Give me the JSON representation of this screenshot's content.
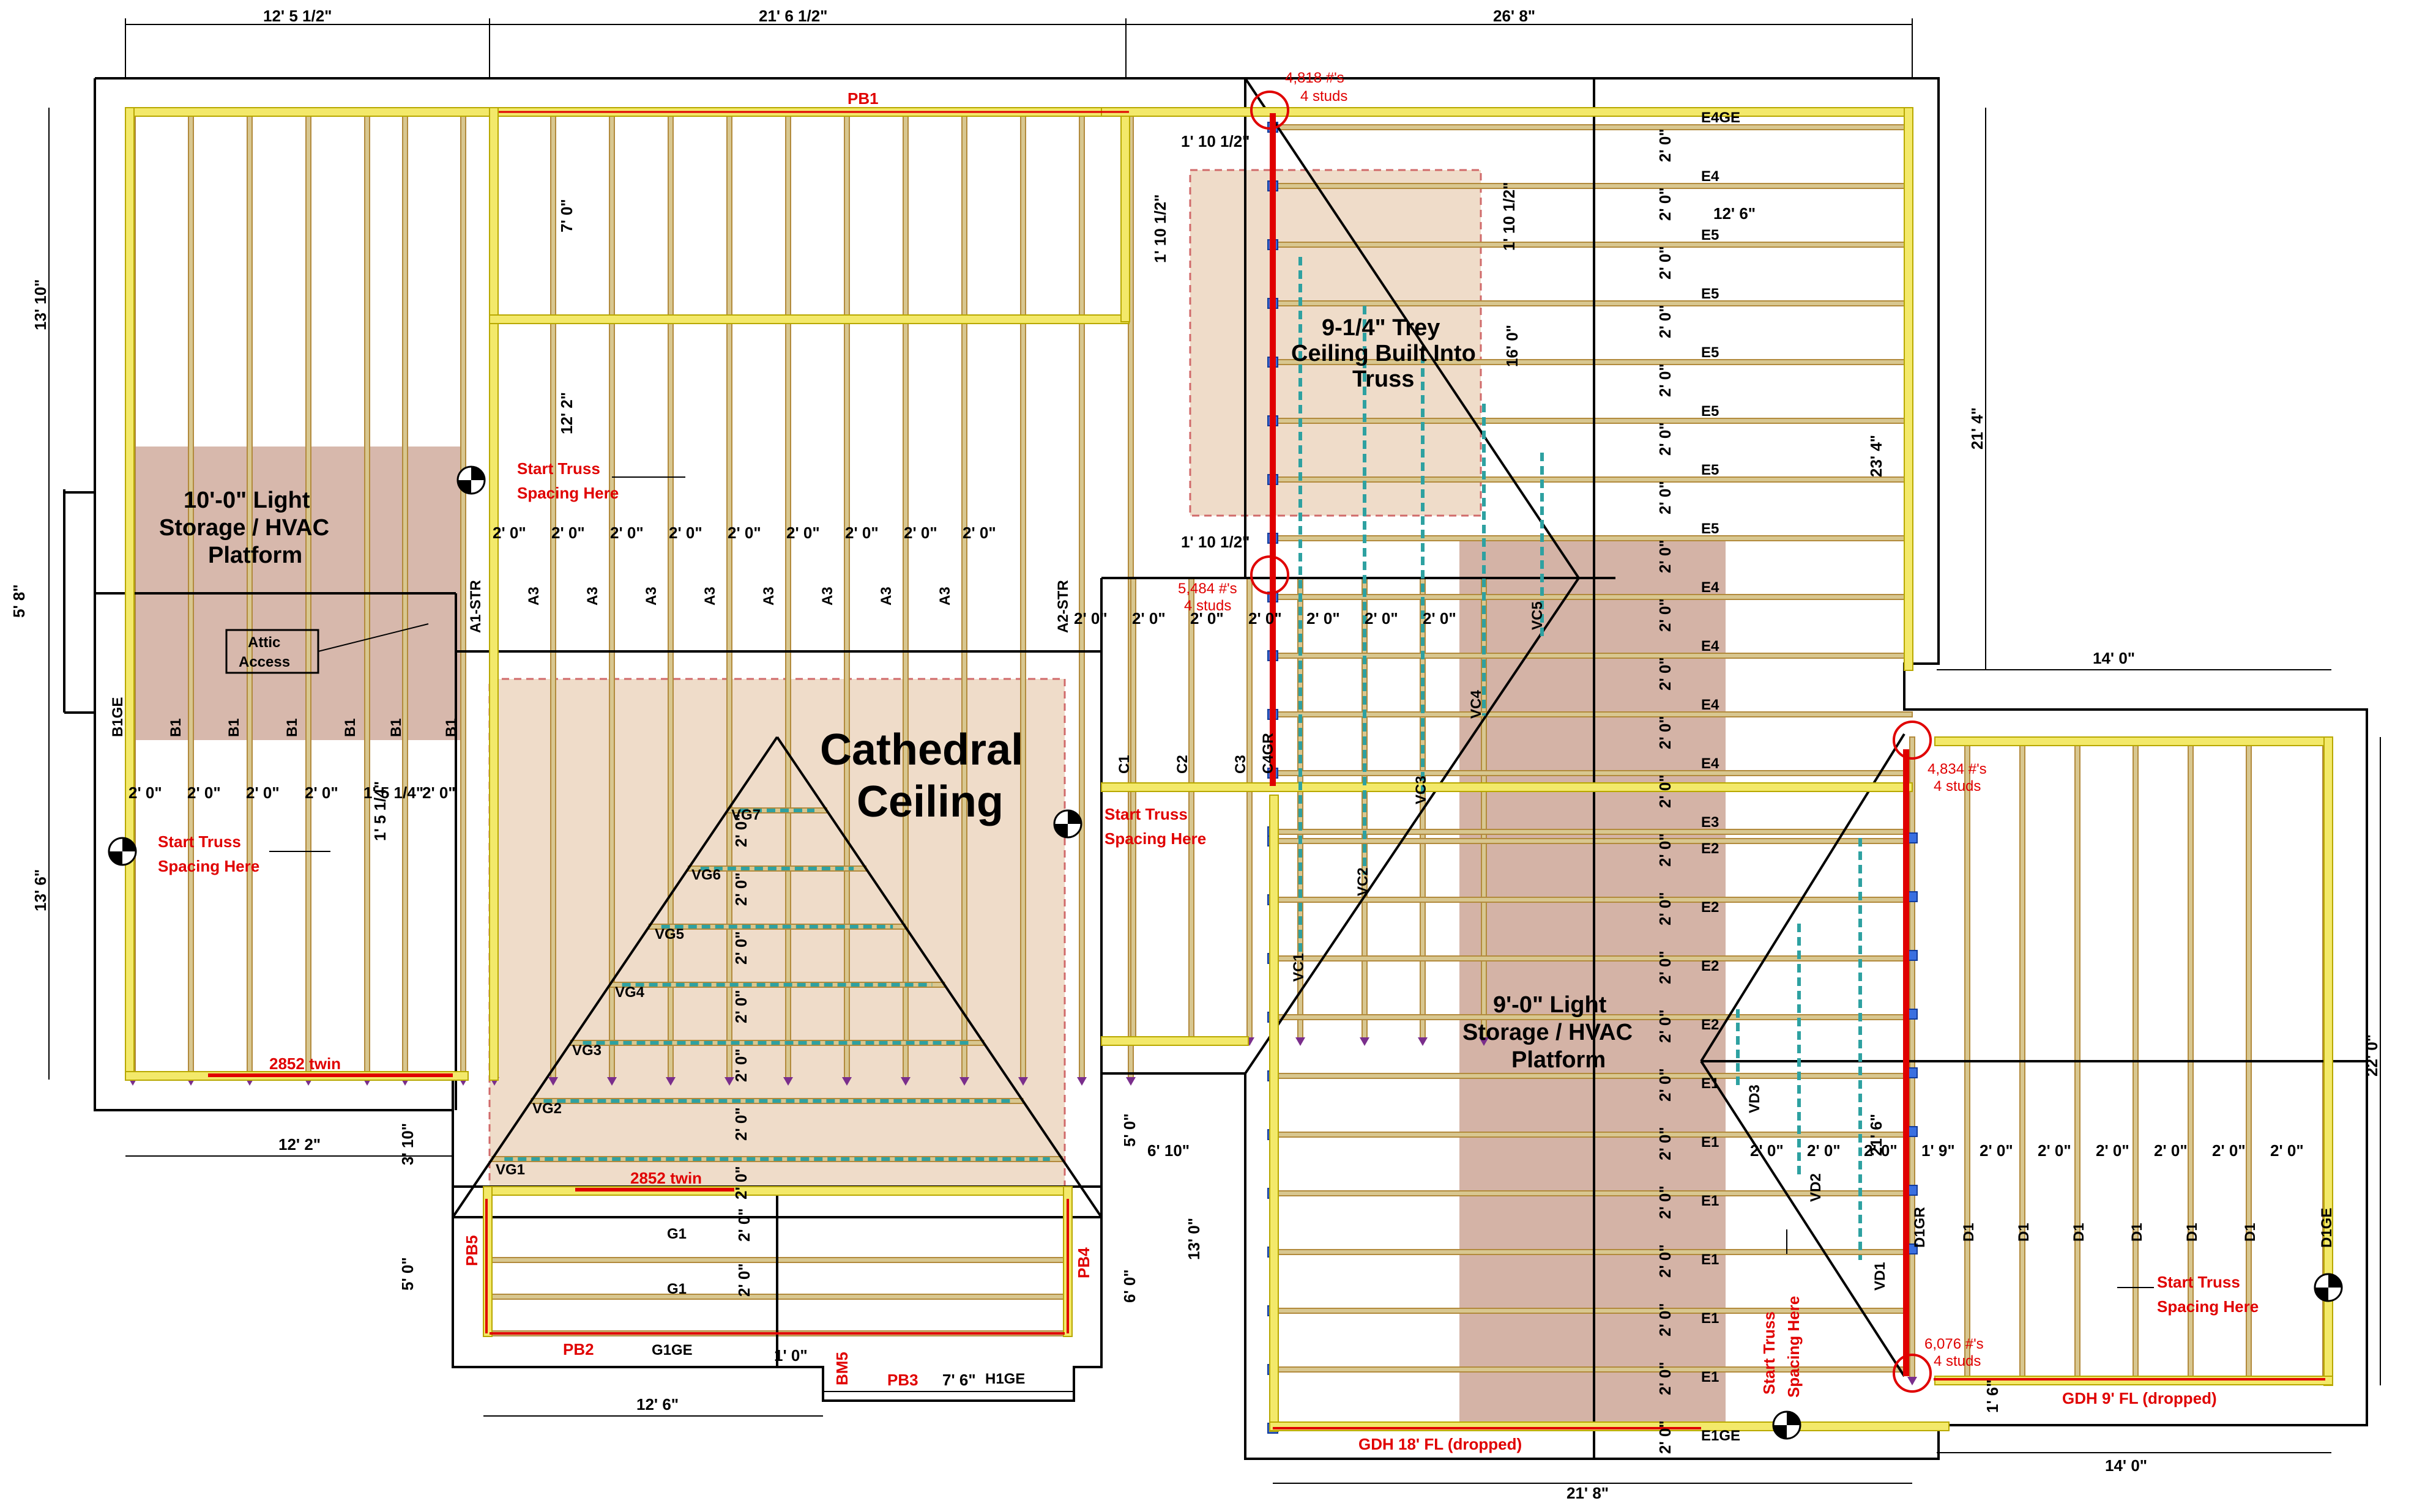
{
  "colors": {
    "wall": "#000000",
    "wall_fill": "#f3e96a",
    "truss": "#b28a3c",
    "truss_fill": "#d8c790",
    "beam": "#e00000",
    "girder": "#d8c85c",
    "platform": "#c9a090",
    "cathedral": "#ecd6c0",
    "hip": "#2ea1a1",
    "text_red": "#e00000",
    "pin": "#3a6fe0",
    "hanger": "#7a2e8c"
  },
  "top_dims": [
    "12' 5 1/2\"",
    "21' 6 1/2\"",
    "26' 8\""
  ],
  "left_dims": [
    "13' 10\"",
    "5' 8\"",
    "13' 6\""
  ],
  "right_dims": [
    "21' 4\"",
    "22' 0\""
  ],
  "bottom_dims": [
    "12' 2\"",
    "12' 6\"",
    "7' 6\"",
    "21' 8\"",
    "14' 0\""
  ],
  "misc_dims": [
    "14' 0\"",
    "12' 6\"",
    "23' 4\"",
    "16' 0\"",
    "7' 0\"",
    "12' 2\"",
    "3' 10\"",
    "5' 0\"",
    "6' 0\"",
    "5' 0\"",
    "6' 10\"",
    "13' 0\"",
    "1' 0\"",
    "1' 6\"",
    "1' 5 1/4\"",
    "1' 10 1/2\"",
    "21' 6\""
  ],
  "spacing": "2' 0\"",
  "spacing_b": [
    "2' 0\"",
    "2' 0\"",
    "2' 0\"",
    "2' 0\"",
    "1' 5 1/4\"",
    "2' 0\""
  ],
  "spacing_d": [
    "1' 9\"",
    "2' 0\"",
    "2' 0\"",
    "2' 0\"",
    "2' 0\"",
    "2' 0\"",
    "2' 0\""
  ],
  "trusses": {
    "a": [
      "A1-STR",
      "A3",
      "A3",
      "A3",
      "A3",
      "A3",
      "A3",
      "A3",
      "A3",
      "A2-STR"
    ],
    "b": [
      "B1GE",
      "B1",
      "B1",
      "B1",
      "B1",
      "B1",
      "B1"
    ],
    "c": [
      "C1",
      "C2",
      "C3",
      "C4GR"
    ],
    "d": [
      "D1GR",
      "D1",
      "D1",
      "D1",
      "D1",
      "D1",
      "D1",
      "D1GE"
    ],
    "e_top": [
      "E4GE",
      "E4",
      "E5",
      "E5",
      "E5",
      "E5",
      "E5",
      "E5",
      "E4",
      "E4",
      "E4",
      "E4",
      "E3"
    ],
    "e_bot": [
      "E2",
      "E2",
      "E2",
      "E2",
      "E1",
      "E1",
      "E1",
      "E1",
      "E1",
      "E1",
      "E1GE"
    ],
    "g": [
      "G1",
      "G1",
      "G1GE"
    ],
    "h": [
      "H1GE"
    ],
    "vg": [
      "VG7",
      "VG6",
      "VG5",
      "VG4",
      "VG3",
      "VG2",
      "VG1"
    ],
    "vc": [
      "VC1",
      "VC2",
      "VC3",
      "VC4",
      "VC5"
    ],
    "vd": [
      "VD1",
      "VD2",
      "VD3"
    ]
  },
  "beams": [
    "PB1",
    "PB2",
    "PB3",
    "PB4",
    "PB5",
    "BM5"
  ],
  "notes": {
    "platform_left": [
      "10'-0\" Light",
      "Storage / HVAC",
      "Platform"
    ],
    "platform_right": [
      "9'-0\" Light",
      "Storage / HVAC",
      "Platform"
    ],
    "attic": [
      "Attic",
      "Access"
    ],
    "cathedral": [
      "Cathedral",
      "Ceiling"
    ],
    "trey": [
      "9-1/4\" Trey",
      "Ceiling Built Into",
      "Truss"
    ],
    "start_truss": [
      "Start Truss",
      "Spacing Here"
    ],
    "twin": "2852 twin",
    "gdh18": "GDH 18' FL (dropped)",
    "gdh9": "GDH 9' FL (dropped)",
    "load1": [
      "4,818 #'s",
      "4 studs"
    ],
    "load2": [
      "5,484 #'s",
      "4 studs"
    ],
    "load3": [
      "4,834 #'s",
      "4 studs"
    ],
    "load4": [
      "6,076 #'s",
      "4 studs"
    ]
  }
}
